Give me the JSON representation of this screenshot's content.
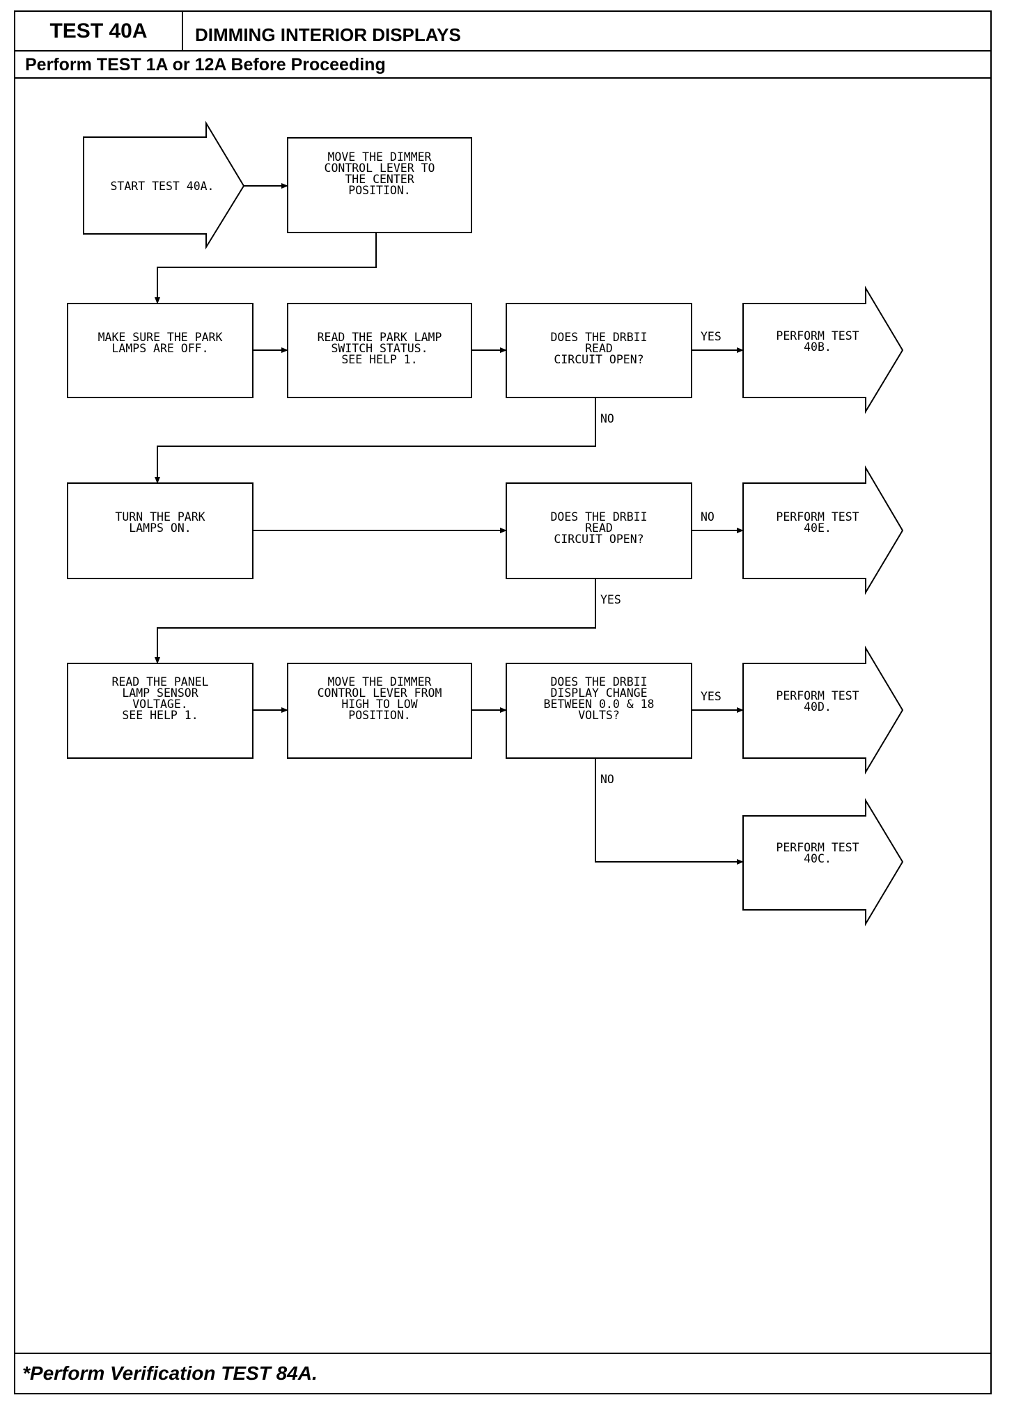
{
  "header": {
    "test_id": "TEST 40A",
    "title": "DIMMING INTERIOR DISPLAYS",
    "prerequisite": "Perform TEST 1A or 12A Before Proceeding"
  },
  "flowchart": {
    "start": [
      "START TEST 40A."
    ],
    "step_dimmer_center": [
      "MOVE THE DIMMER",
      "CONTROL LEVER TO",
      "THE CENTER",
      "POSITION."
    ],
    "step_park_off": [
      "MAKE SURE THE PARK",
      "LAMPS ARE OFF."
    ],
    "step_read_switch": [
      "READ THE PARK LAMP",
      "SWITCH STATUS.",
      "SEE HELP 1."
    ],
    "decision_1": [
      "DOES THE DRBII",
      "READ",
      "CIRCUIT OPEN?"
    ],
    "end_40b": [
      "PERFORM TEST",
      "40B."
    ],
    "step_park_on": [
      "TURN THE PARK",
      "LAMPS ON."
    ],
    "decision_2": [
      "DOES THE DRBII",
      "READ",
      "CIRCUIT OPEN?"
    ],
    "end_40e": [
      "PERFORM TEST",
      "40E."
    ],
    "step_read_sensor": [
      "READ THE PANEL",
      "LAMP SENSOR",
      "VOLTAGE.",
      "SEE HELP 1."
    ],
    "step_dimmer_high_low": [
      "MOVE THE DIMMER",
      "CONTROL LEVER FROM",
      "HIGH TO LOW",
      "POSITION."
    ],
    "decision_3": [
      "DOES THE DRBII",
      "DISPLAY CHANGE",
      "BETWEEN 0.0 & 18",
      "VOLTS?"
    ],
    "end_40d": [
      "PERFORM TEST",
      "40D."
    ],
    "end_40c": [
      "PERFORM TEST",
      "40C."
    ],
    "labels": {
      "d1_yes": "YES",
      "d1_no": "NO",
      "d2_no": "NO",
      "d2_yes": "YES",
      "d3_yes": "YES",
      "d3_no": "NO"
    }
  },
  "footer": {
    "note": "*Perform Verification TEST 84A."
  }
}
